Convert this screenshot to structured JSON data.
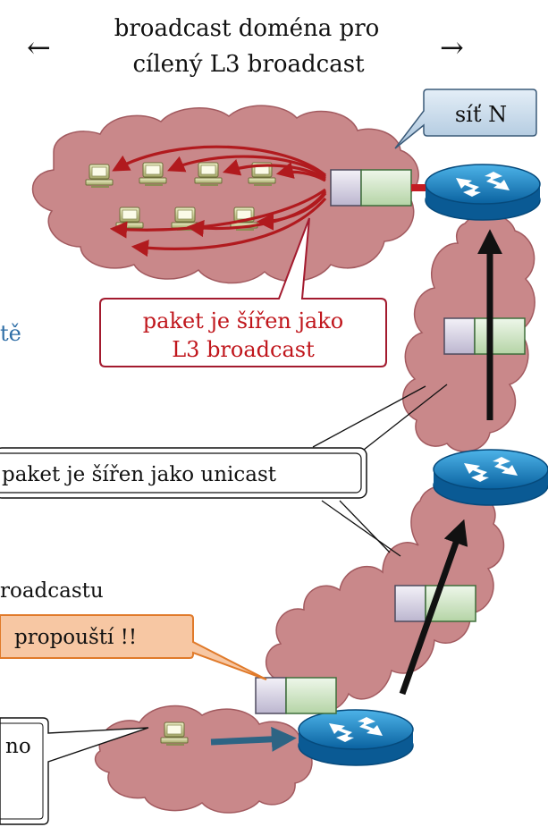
{
  "header": {
    "line1": "broadcast doména pro",
    "line2": "cílený L3 broadcast",
    "arrow_left": "←",
    "arrow_right": "→"
  },
  "callouts": {
    "network_name": "síť N",
    "l3_broadcast_line1": "paket je šířen jako",
    "l3_broadcast_line2": "L3 broadcast",
    "unicast": "paket je šířen jako unicast",
    "passes": "propouští !!",
    "bottom_fragment": "no"
  },
  "fragments": {
    "left_te": "tě",
    "broadcastu": "roadcastu"
  },
  "icons": {
    "router": "router-icon",
    "pc": "pc-icon",
    "packet": "packet-icon",
    "cloud": "cloud-icon"
  },
  "colors": {
    "cloud": "#c9888a",
    "cloud_edge": "#a25a5f",
    "router": "#1a84c4",
    "arrow_red": "#b11a1e",
    "arrow_black": "#111111",
    "arrow_blue": "#2d6484",
    "callout_red_text": "#c0161c",
    "callout_orange_fill": "#f7c7a3",
    "callout_orange_edge": "#e07a2a",
    "callout_blue_fill": "#c9dbea",
    "fragment_blue": "#2f6ea6"
  }
}
